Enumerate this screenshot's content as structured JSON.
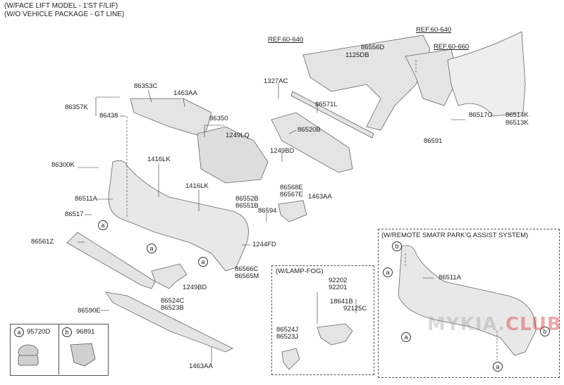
{
  "header": {
    "line1": "(W/FACE LIFT MODEL - 1'ST F/LIF)",
    "line2": "(W/O VEHICLE PACKAGE - GT LINE)"
  },
  "refs": {
    "ref_a": "REF.60-640",
    "ref_b": "REF.60-640",
    "ref_c": "REF.60-660"
  },
  "parts": {
    "p86556D": "86556D",
    "p1125DB": "1125DB",
    "p1327AC": "1327AC",
    "p86571L": "86571L",
    "p86353C": "86353C",
    "p1463AA_1": "1463AA",
    "p86357K": "86357K",
    "p86438": "86438",
    "p86350": "86350",
    "p1249LQ": "1249LQ",
    "p86520B": "86520B",
    "p1249BD_1": "1249BD",
    "p86517G": "86517G",
    "p86514K": "86514K",
    "p86513K": "86513K",
    "p86591": "86591",
    "p86300K": "86300K",
    "p1416LK_1": "1416LK",
    "p1416LK_2": "1416LK",
    "p86511A_1": "86511A",
    "p86517": "86517",
    "p86568E": "86568E",
    "p86567E": "86567E",
    "p1463AA_2": "1463AA",
    "p86552B": "86552B",
    "p86551B": "86551B",
    "p86594": "86594",
    "p86561Z": "86561Z",
    "p1244FD": "1244FD",
    "p86566C": "86566C",
    "p86565M": "86565M",
    "p1249BD_2": "1249BD",
    "p86524C": "86524C",
    "p86523B": "86523B",
    "p86590E": "86590E",
    "p1463AA_3": "1463AA",
    "p92202": "92202",
    "p92201": "92201",
    "p18641B": "18641B",
    "p92125C": "92125C",
    "p86524J": "86524J",
    "p86523J": "86523J",
    "p86511A_2": "86511A"
  },
  "boxes": {
    "lamp_fog_title": "(W/LAMP-FOG)",
    "park_assist_title": "(W/REMOTE SMATR PARK'G ASSIST SYSTEM)"
  },
  "legend": {
    "a_letter": "a",
    "a_part": "95720D",
    "b_letter": "b",
    "b_part": "96891"
  },
  "callouts": {
    "a": "a",
    "b": "b"
  },
  "watermark": {
    "part1": "MYKIA.",
    "part2": "CLUB"
  },
  "colors": {
    "line": "#333333",
    "part_fill": "#e6e6e6",
    "part_stroke": "#666666"
  }
}
